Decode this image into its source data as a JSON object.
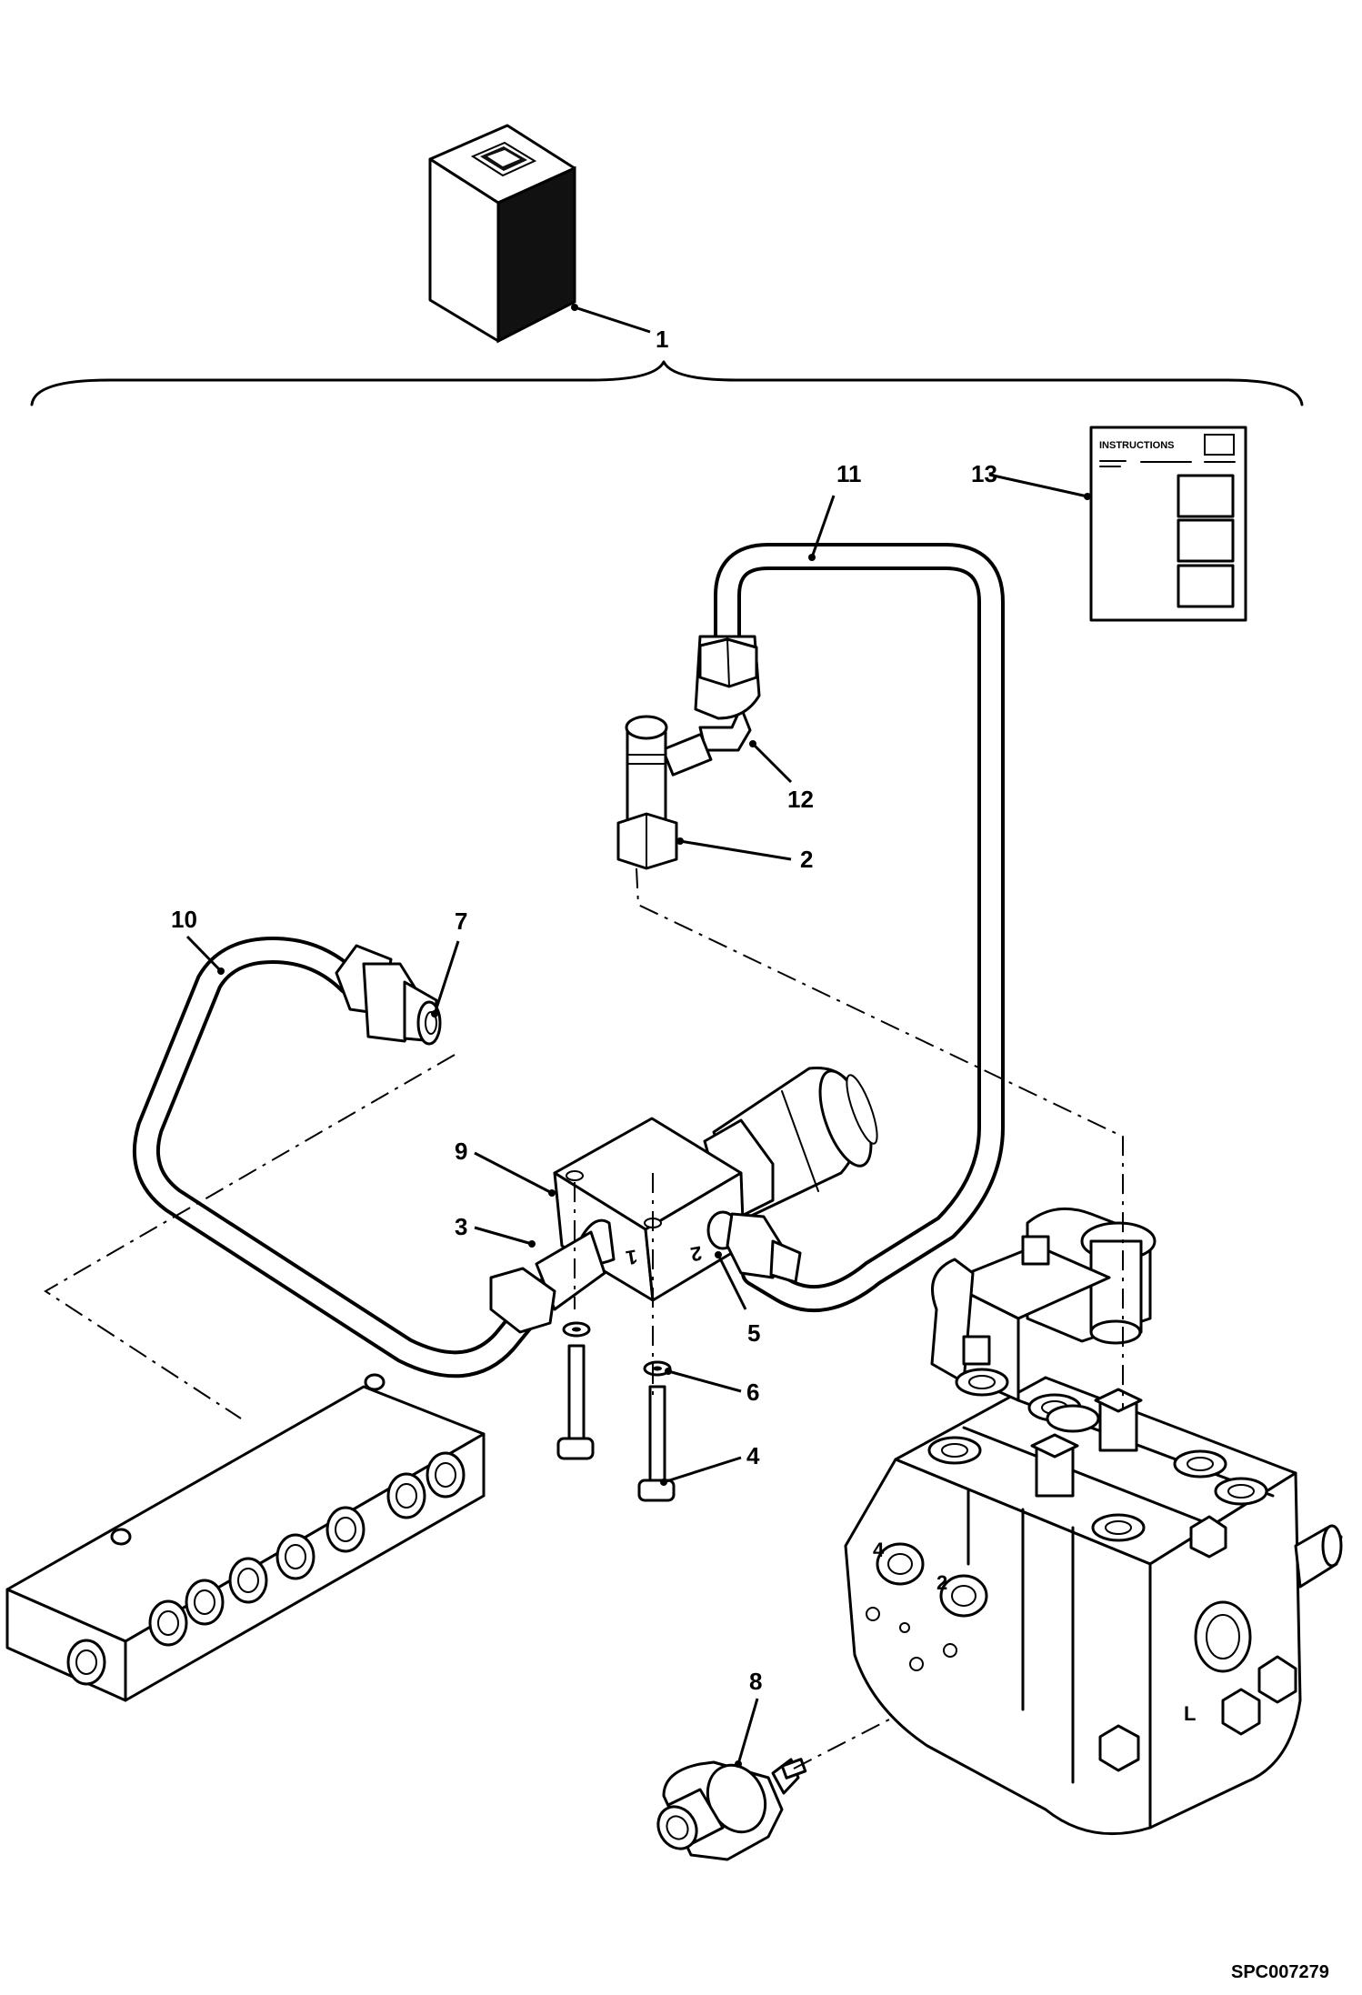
{
  "callouts": {
    "c1": "1",
    "c2": "2",
    "c3": "3",
    "c4": "4",
    "c5": "5",
    "c6": "6",
    "c7": "7",
    "c8": "8",
    "c9": "9",
    "c10": "10",
    "c11": "11",
    "c12": "12",
    "c13": "13"
  },
  "instructions_card": {
    "header": "INSTRUCTIONS"
  },
  "valve_ports": {
    "port_1": "1",
    "port_2": "2"
  },
  "control_valve_ports": {
    "port_a": "4",
    "port_b": "2",
    "port_l": "L"
  },
  "drawing_code": "SPC007279"
}
